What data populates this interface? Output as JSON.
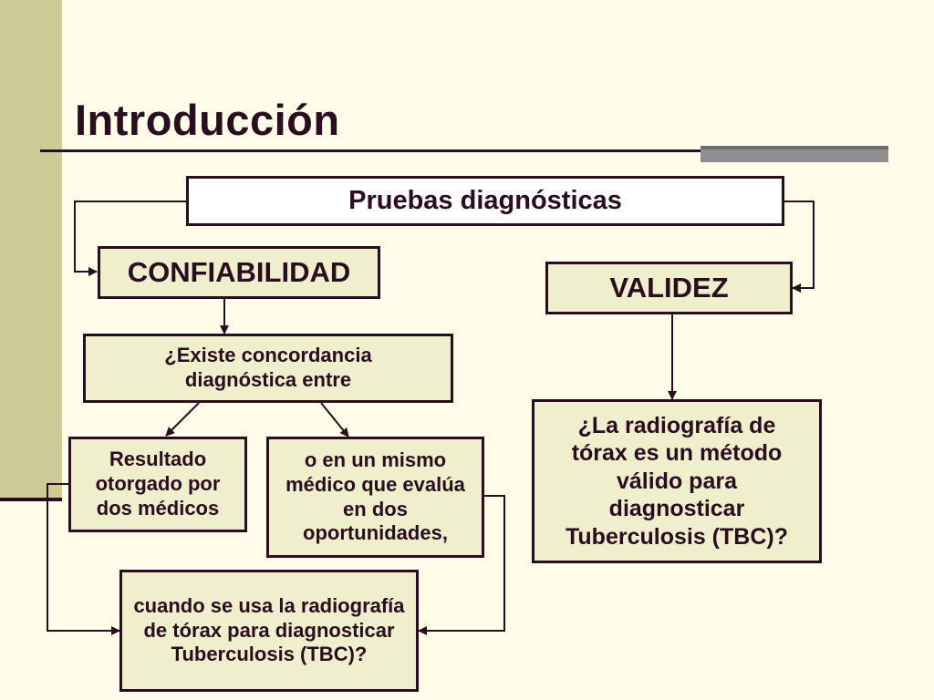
{
  "slide": {
    "title": "Introducción"
  },
  "diagram": {
    "root": "Pruebas diagnósticas",
    "confiabilidad": "CONFIABILIDAD",
    "validez": "VALIDEZ",
    "concordancia": "¿Existe concordancia diagnóstica entre",
    "dos_medicos": "Resultado otorgado por dos médicos",
    "mismo_medico": "o en un mismo médico que evalúa en dos oportunidades,",
    "radiografia_confiabilidad": "cuando se usa la radiografía de tórax para diagnosticar Tuberculosis (TBC)?",
    "radiografia_validez": "¿La radiografía de tórax es un método válido para diagnosticar Tuberculosis (TBC)?"
  }
}
